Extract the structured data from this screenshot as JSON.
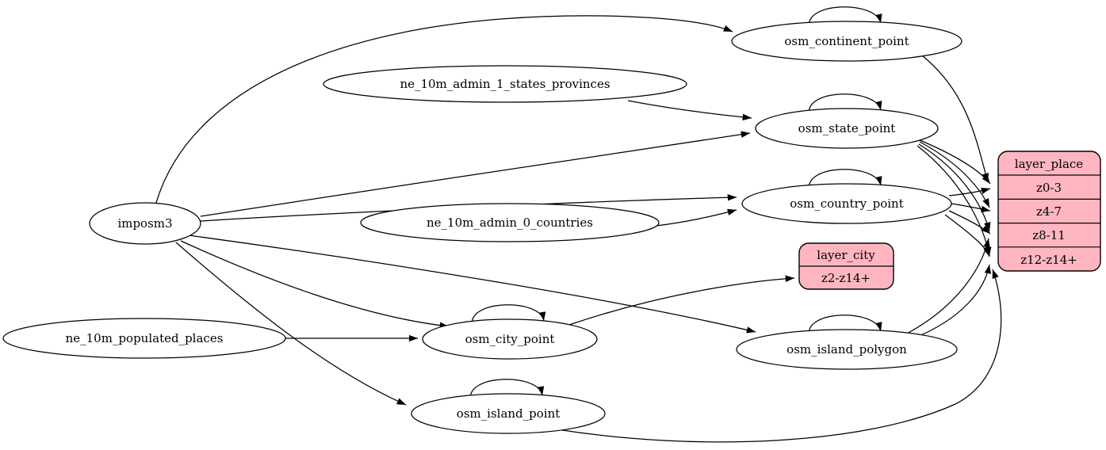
{
  "diagram": {
    "type": "etl-graph",
    "colors": {
      "background": "#ffffff",
      "node_fill": "#ffffff",
      "record_fill": "#ffb6c1",
      "stroke": "#000000"
    },
    "nodes": {
      "imposm3": {
        "label": "imposm3",
        "shape": "ellipse"
      },
      "ne_10m_admin_1_states_provinces": {
        "label": "ne_10m_admin_1_states_provinces",
        "shape": "ellipse"
      },
      "ne_10m_admin_0_countries": {
        "label": "ne_10m_admin_0_countries",
        "shape": "ellipse"
      },
      "ne_10m_populated_places": {
        "label": "ne_10m_populated_places",
        "shape": "ellipse"
      },
      "osm_continent_point": {
        "label": "osm_continent_point",
        "shape": "ellipse"
      },
      "osm_state_point": {
        "label": "osm_state_point",
        "shape": "ellipse"
      },
      "osm_country_point": {
        "label": "osm_country_point",
        "shape": "ellipse"
      },
      "osm_city_point": {
        "label": "osm_city_point",
        "shape": "ellipse"
      },
      "osm_island_polygon": {
        "label": "osm_island_polygon",
        "shape": "ellipse"
      },
      "osm_island_point": {
        "label": "osm_island_point",
        "shape": "ellipse"
      }
    },
    "records": {
      "layer_place": {
        "title": "layer_place",
        "rows": [
          "z0-3",
          "z4-7",
          "z8-11",
          "z12-z14+"
        ]
      },
      "layer_city": {
        "title": "layer_city",
        "rows": [
          "z2-z14+"
        ]
      }
    },
    "edges": [
      {
        "from": "imposm3",
        "to": "osm_continent_point"
      },
      {
        "from": "imposm3",
        "to": "osm_state_point"
      },
      {
        "from": "imposm3",
        "to": "osm_country_point"
      },
      {
        "from": "imposm3",
        "to": "osm_city_point"
      },
      {
        "from": "imposm3",
        "to": "osm_island_polygon"
      },
      {
        "from": "imposm3",
        "to": "osm_island_point"
      },
      {
        "from": "ne_10m_admin_1_states_provinces",
        "to": "osm_state_point"
      },
      {
        "from": "ne_10m_admin_0_countries",
        "to": "osm_country_point"
      },
      {
        "from": "ne_10m_populated_places",
        "to": "osm_city_point"
      },
      {
        "from": "osm_continent_point",
        "to": "osm_continent_point"
      },
      {
        "from": "osm_state_point",
        "to": "osm_state_point"
      },
      {
        "from": "osm_country_point",
        "to": "osm_country_point"
      },
      {
        "from": "osm_city_point",
        "to": "osm_city_point"
      },
      {
        "from": "osm_island_polygon",
        "to": "osm_island_polygon"
      },
      {
        "from": "osm_island_point",
        "to": "osm_island_point"
      },
      {
        "from": "osm_continent_point",
        "to": "layer_place",
        "port": "z0-3"
      },
      {
        "from": "osm_state_point",
        "to": "layer_place",
        "port": "z0-3"
      },
      {
        "from": "osm_state_point",
        "to": "layer_place",
        "port": "z4-7"
      },
      {
        "from": "osm_state_point",
        "to": "layer_place",
        "port": "z8-11"
      },
      {
        "from": "osm_state_point",
        "to": "layer_place",
        "port": "z12-z14+"
      },
      {
        "from": "osm_country_point",
        "to": "layer_place",
        "port": "z0-3"
      },
      {
        "from": "osm_country_point",
        "to": "layer_place",
        "port": "z4-7"
      },
      {
        "from": "osm_country_point",
        "to": "layer_place",
        "port": "z8-11"
      },
      {
        "from": "osm_country_point",
        "to": "layer_place",
        "port": "z12-z14+"
      },
      {
        "from": "osm_island_polygon",
        "to": "layer_place",
        "port": "z8-11"
      },
      {
        "from": "osm_island_polygon",
        "to": "layer_place",
        "port": "z12-z14+"
      },
      {
        "from": "osm_island_point",
        "to": "layer_place",
        "port": "z12-z14+"
      },
      {
        "from": "osm_city_point",
        "to": "layer_city",
        "port": "z2-z14+"
      }
    ]
  }
}
